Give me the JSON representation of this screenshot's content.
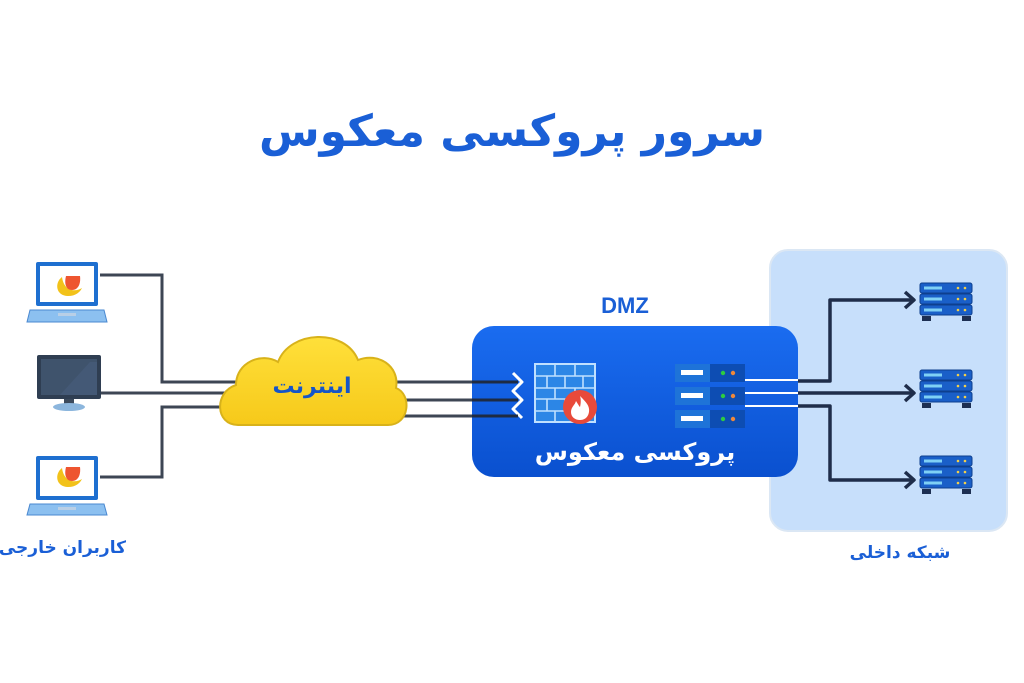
{
  "title": "سرور پروکسی معکوس",
  "external_users": {
    "label": "کاربران خارجی",
    "devices": [
      {
        "type": "laptop",
        "icon": "browser-logo-icon"
      },
      {
        "type": "desktop-monitor",
        "icon": "monitor-icon"
      },
      {
        "type": "laptop",
        "icon": "browser-logo-icon"
      }
    ]
  },
  "internet": {
    "label": "اینترنت",
    "icon": "cloud-icon",
    "color": "#fcd523"
  },
  "dmz": {
    "label": "DMZ",
    "proxy_label": "پروکسی معکوس",
    "firewall_icon": "firewall-icon",
    "server_icon": "server-rack-icon",
    "color": "#0d5ee0"
  },
  "internal_network": {
    "label": "شبکه داخلی",
    "servers": [
      {
        "icon": "server-icon"
      },
      {
        "icon": "server-icon"
      },
      {
        "icon": "server-icon"
      }
    ],
    "background": "#c7dffb"
  },
  "colors": {
    "accent": "#1a5fd6",
    "connector": "#3d4654",
    "arrow": "#1f2d4a"
  }
}
